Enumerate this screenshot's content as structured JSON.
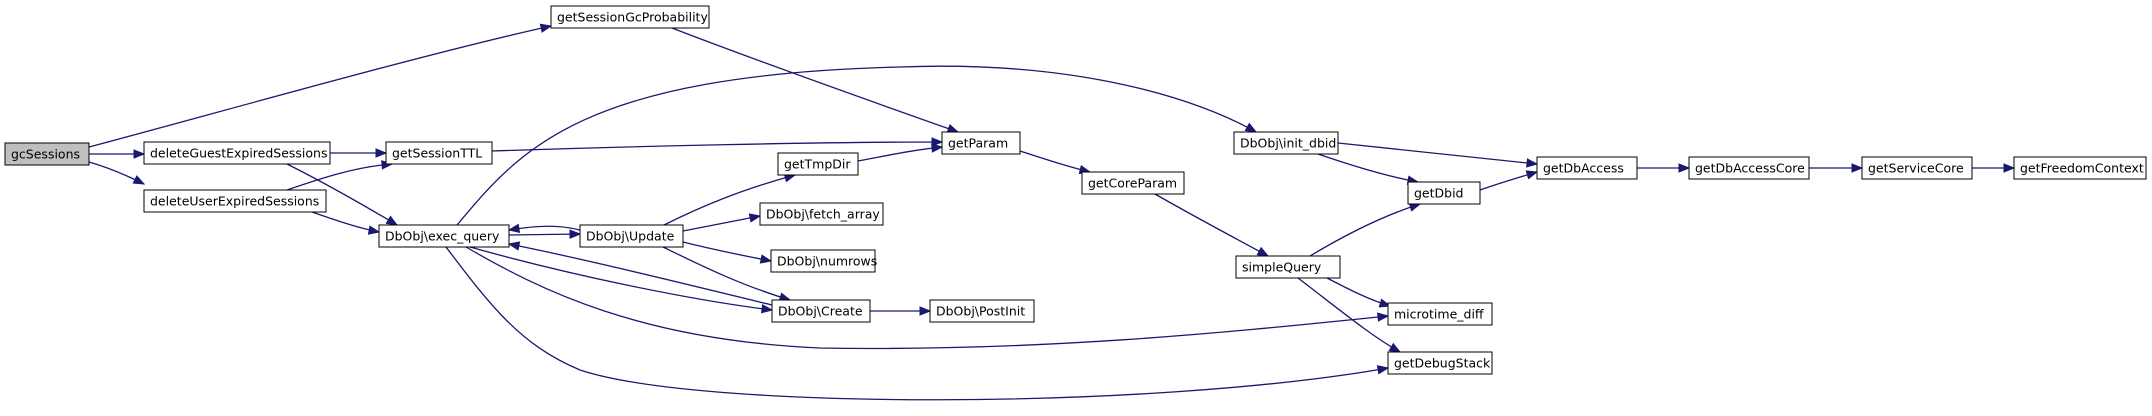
{
  "colors": {
    "edge": "#191970",
    "node_fill": "#ffffff",
    "root_fill": "#bfbfbf",
    "node_border": "#000000"
  },
  "graph": {
    "type": "call-graph",
    "nodes": [
      {
        "id": "gcSessions",
        "label": "gcSessions",
        "root": true
      },
      {
        "id": "getSessionGcProbability",
        "label": "getSessionGcProbability"
      },
      {
        "id": "deleteGuestExpiredSessions",
        "label": "deleteGuestExpiredSessions"
      },
      {
        "id": "deleteUserExpiredSessions",
        "label": "deleteUserExpiredSessions"
      },
      {
        "id": "getSessionTTL",
        "label": "getSessionTTL"
      },
      {
        "id": "exec_query",
        "label": "DbObj\\exec_query"
      },
      {
        "id": "Update",
        "label": "DbObj\\Update"
      },
      {
        "id": "getTmpDir",
        "label": "getTmpDir"
      },
      {
        "id": "fetch_array",
        "label": "DbObj\\fetch_array"
      },
      {
        "id": "numrows",
        "label": "DbObj\\numrows"
      },
      {
        "id": "Create",
        "label": "DbObj\\Create"
      },
      {
        "id": "PostInit",
        "label": "DbObj\\PostInit"
      },
      {
        "id": "getParam",
        "label": "getParam"
      },
      {
        "id": "getCoreParam",
        "label": "getCoreParam"
      },
      {
        "id": "init_dbid",
        "label": "DbObj\\init_dbid"
      },
      {
        "id": "simpleQuery",
        "label": "simpleQuery"
      },
      {
        "id": "getDbid",
        "label": "getDbid"
      },
      {
        "id": "microtime_diff",
        "label": "microtime_diff"
      },
      {
        "id": "getDebugStack",
        "label": "getDebugStack"
      },
      {
        "id": "getDbAccess",
        "label": "getDbAccess"
      },
      {
        "id": "getDbAccessCore",
        "label": "getDbAccessCore"
      },
      {
        "id": "getServiceCore",
        "label": "getServiceCore"
      },
      {
        "id": "getFreedomContext",
        "label": "getFreedomContext"
      }
    ],
    "edges": [
      {
        "from": "gcSessions",
        "to": "getSessionGcProbability"
      },
      {
        "from": "gcSessions",
        "to": "deleteGuestExpiredSessions"
      },
      {
        "from": "gcSessions",
        "to": "deleteUserExpiredSessions"
      },
      {
        "from": "getSessionGcProbability",
        "to": "getParam"
      },
      {
        "from": "deleteGuestExpiredSessions",
        "to": "getSessionTTL"
      },
      {
        "from": "deleteGuestExpiredSessions",
        "to": "exec_query"
      },
      {
        "from": "deleteUserExpiredSessions",
        "to": "getSessionTTL"
      },
      {
        "from": "deleteUserExpiredSessions",
        "to": "exec_query"
      },
      {
        "from": "getSessionTTL",
        "to": "getParam"
      },
      {
        "from": "exec_query",
        "to": "init_dbid"
      },
      {
        "from": "exec_query",
        "to": "Update"
      },
      {
        "from": "exec_query",
        "to": "Create"
      },
      {
        "from": "exec_query",
        "to": "microtime_diff"
      },
      {
        "from": "exec_query",
        "to": "getDebugStack"
      },
      {
        "from": "Update",
        "to": "exec_query"
      },
      {
        "from": "Update",
        "to": "getTmpDir"
      },
      {
        "from": "Update",
        "to": "fetch_array"
      },
      {
        "from": "Update",
        "to": "numrows"
      },
      {
        "from": "Update",
        "to": "Create"
      },
      {
        "from": "Create",
        "to": "exec_query"
      },
      {
        "from": "Create",
        "to": "PostInit"
      },
      {
        "from": "getTmpDir",
        "to": "getParam"
      },
      {
        "from": "getParam",
        "to": "getCoreParam"
      },
      {
        "from": "getCoreParam",
        "to": "simpleQuery"
      },
      {
        "from": "init_dbid",
        "to": "getDbAccess"
      },
      {
        "from": "init_dbid",
        "to": "getDbid"
      },
      {
        "from": "simpleQuery",
        "to": "getDbid"
      },
      {
        "from": "simpleQuery",
        "to": "microtime_diff"
      },
      {
        "from": "simpleQuery",
        "to": "getDebugStack"
      },
      {
        "from": "getDbid",
        "to": "getDbAccess"
      },
      {
        "from": "getDbAccess",
        "to": "getDbAccessCore"
      },
      {
        "from": "getDbAccessCore",
        "to": "getServiceCore"
      },
      {
        "from": "getServiceCore",
        "to": "getFreedomContext"
      }
    ]
  }
}
